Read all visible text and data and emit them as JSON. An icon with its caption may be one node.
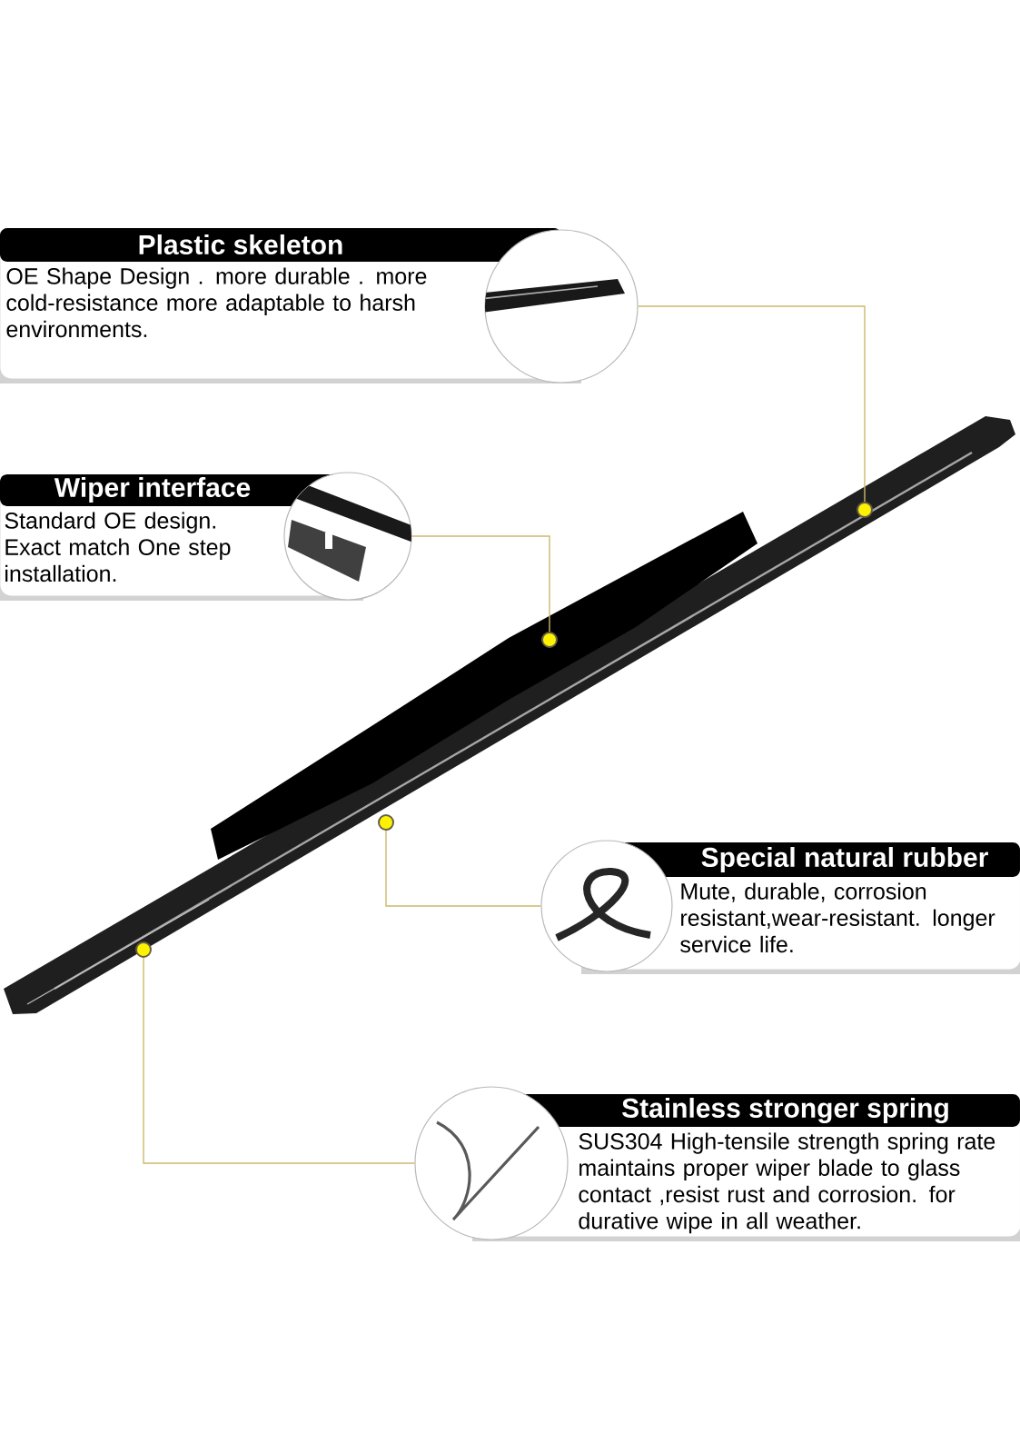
{
  "diagram": {
    "nodes": [
      {
        "text": [
          "Plastic skeleton",
          "OE Shape Design . more durable . more cold-resistance more adaptable to harsh environments."
        ]
      },
      {
        "text": [],
        "shape": "picture"
      },
      {
        "text": [
          "Wiper interface",
          "Standard OE design. Exact match One step installation."
        ]
      },
      {
        "text": [],
        "shape": "picture"
      },
      {
        "text": [
          "Special natural rubber",
          "Mute, durable, corrosion resistant,wear-resistant. longer service life."
        ]
      },
      {
        "text": [],
        "shape": "picture"
      },
      {
        "text": [
          "Stainless stronger spring",
          "SUS304 High-tensile strength spring rate maintains proper wiper blade to glass contact ,resist rust and corrosion. for durative wipe in all weather."
        ]
      },
      {
        "text": [],
        "shape": "picture"
      },
      {
        "text": [],
        "shape": "circle"
      },
      {
        "text": [],
        "shape": "circle"
      },
      {
        "text": [],
        "shape": "circle"
      },
      {
        "text": [],
        "shape": "circle"
      }
    ],
    "edges": [
      {
        "from": 1,
        "to": 8,
        "arrow": "none"
      },
      {
        "from": 3,
        "to": 9,
        "arrow": "none"
      },
      {
        "from": 5,
        "to": 10,
        "arrow": "none"
      },
      {
        "from": 7,
        "to": 11,
        "arrow": "none"
      }
    ]
  }
}
